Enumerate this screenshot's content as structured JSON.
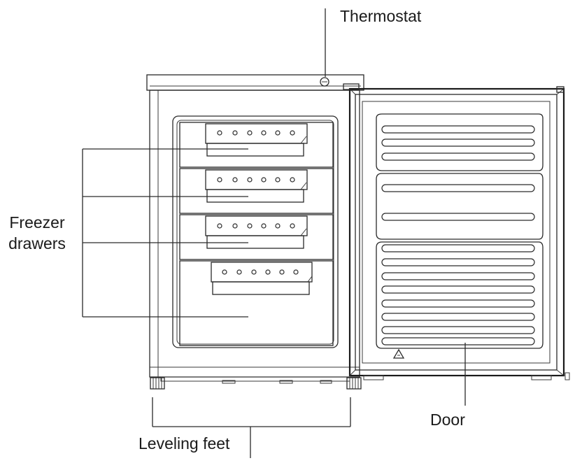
{
  "labels": {
    "thermostat": "Thermostat",
    "freezer_line1": "Freezer",
    "freezer_line2": "drawers",
    "door": "Door",
    "leveling_feet": "Leveling feet"
  },
  "icons": {
    "recycle": "recycle-triangle-icon",
    "thermostat_knob": "thermostat-knob-icon"
  },
  "colors": {
    "line": "#2a2a2a",
    "background": "#ffffff"
  }
}
